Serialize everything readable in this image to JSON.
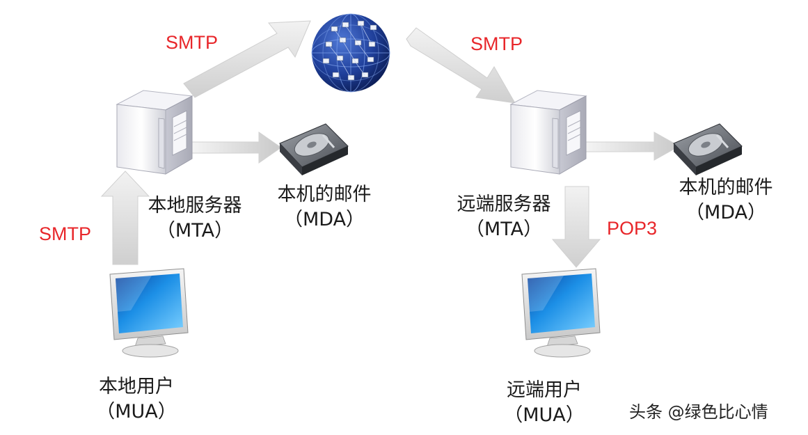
{
  "protocols": {
    "smtp_upper_left": "SMTP",
    "smtp_upper_right": "SMTP",
    "smtp_lower_left": "SMTP",
    "pop3": "POP3"
  },
  "nodes": {
    "local_server": {
      "name": "本地服务器",
      "tag": "（MTA）"
    },
    "local_mda": {
      "name": "本机的邮件",
      "tag": "（MDA）"
    },
    "remote_server": {
      "name": "远端服务器",
      "tag": "（MTA）"
    },
    "remote_mda": {
      "name": "本机的邮件",
      "tag": "（MDA）"
    },
    "local_user": {
      "name": "本地用户",
      "tag": "（MUA）"
    },
    "remote_user": {
      "name": "远端用户",
      "tag": "（MUA）"
    }
  },
  "watermark": "头条 @绿色比心情",
  "colors": {
    "protocol_text": "#e8262a",
    "arrow": "#d9d9d9",
    "globe": "#1f3f9a",
    "screen": "#1c8fe6"
  },
  "icons": [
    "server-icon",
    "hard-disk-icon",
    "globe-network-icon",
    "monitor-icon"
  ]
}
